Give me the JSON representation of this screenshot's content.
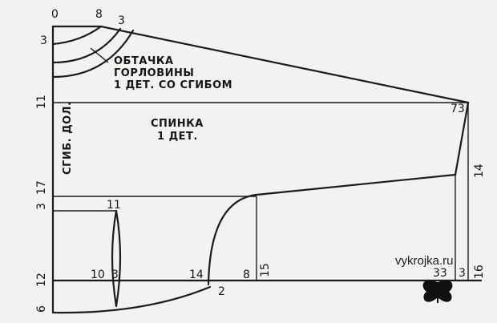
{
  "neckline_marks": {
    "top_0": "0",
    "top_8": "8",
    "top_3": "3",
    "left_3": "3"
  },
  "facing_label": {
    "line1": "ОБТАЧКА",
    "line2": "ГОРЛОВИНЫ",
    "line3": "1 ДЕТ. СО СГИБОМ"
  },
  "back_label": {
    "line1": "СПИНКА",
    "line2": "1 ДЕТ."
  },
  "fold_label": "СГИБ. ДОЛ.",
  "left_marks": {
    "m11": "11",
    "m17": "17",
    "m3": "3",
    "m12": "12",
    "m6": "6"
  },
  "dart_marks": {
    "top": "11",
    "left": "10",
    "right": "3"
  },
  "bottom_marks": {
    "m14": "14",
    "m2": "2",
    "m8": "8",
    "m15": "15",
    "m33": "33",
    "m3": "3",
    "m16": "16"
  },
  "right_marks": {
    "m73": "73",
    "m14": "14"
  },
  "watermark": "vykrojka.ru"
}
